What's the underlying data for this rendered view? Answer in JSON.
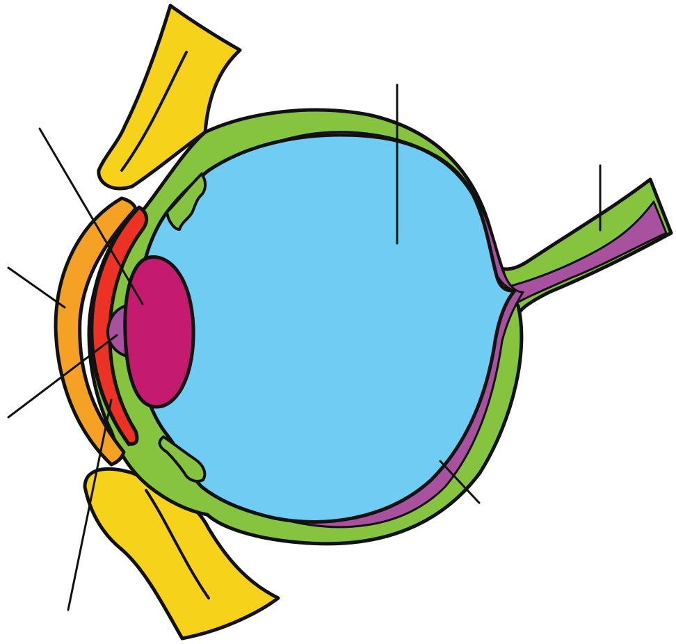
{
  "diagram": {
    "type": "unlabeled-anatomical-diagram",
    "subject_parts": [
      "eyelid-upper",
      "eyelid-lower",
      "cornea",
      "iris",
      "pupil",
      "lens",
      "sclera",
      "ciliary-body",
      "vitreous-body",
      "retina",
      "optic-nerve"
    ],
    "leader_lines_count": 7,
    "colors": {
      "outline": "#111111",
      "eyelid": "#f6d21a",
      "sclera": "#86c440",
      "vitreous": "#6fcdf3",
      "retina": "#a8519e",
      "lens": "#c51b6f",
      "iris": "#ec3224",
      "cornea": "#f4a124",
      "pupil": "#a0509f",
      "background": "#ffffff"
    }
  }
}
